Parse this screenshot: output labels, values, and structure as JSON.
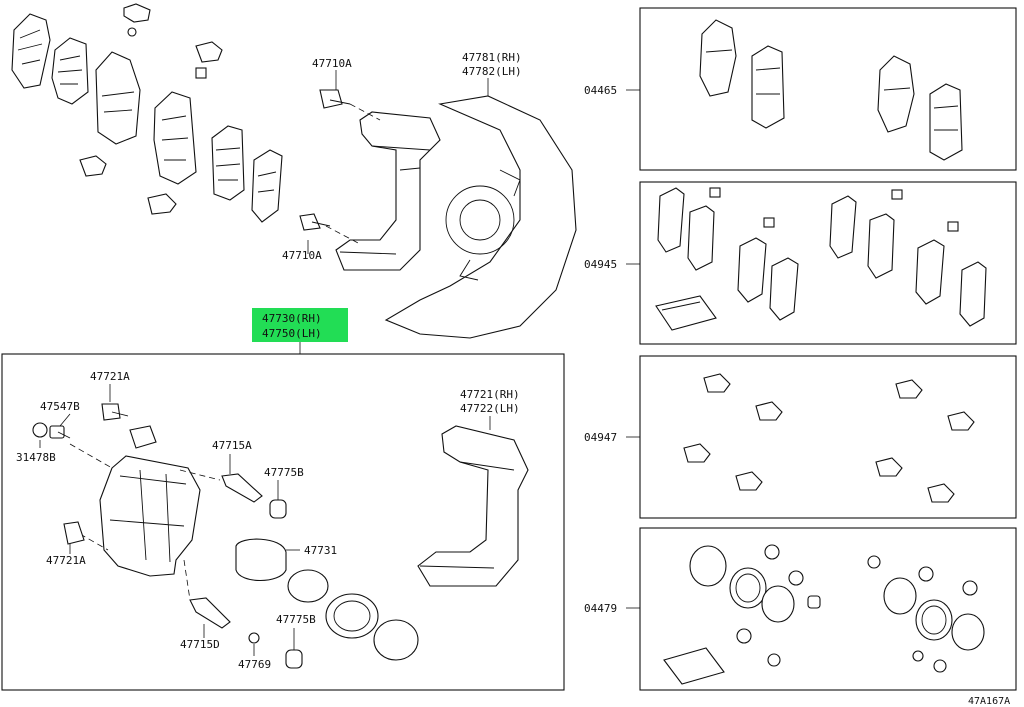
{
  "labels": {
    "bolt_upper": "47710A",
    "bolt_lower": "47710A",
    "dust_cover_rh": "47781(RH)",
    "dust_cover_lh": "47782(LH)",
    "caliper_rh": "47730(RH)",
    "caliper_lh": "47750(LH)",
    "bolt_47721a_top": "47721A",
    "bleeder": "47547B",
    "cap": "31478B",
    "pin_47715a": "47715A",
    "boot_47775b_top": "47775B",
    "piston": "47731",
    "bolt_47721a_bottom": "47721A",
    "pin_47715d": "47715D",
    "boot_47775b_bottom": "47775B",
    "bushing": "47769",
    "mounting_rh": "47721(RH)",
    "mounting_lh": "47722(LH)",
    "kit_pads": "04465",
    "kit_shims": "04945",
    "kit_fittings": "04947",
    "kit_seals": "04479",
    "figure_id": "47A167A"
  },
  "colors": {
    "highlight": "#22dd55",
    "line": "#111111"
  }
}
